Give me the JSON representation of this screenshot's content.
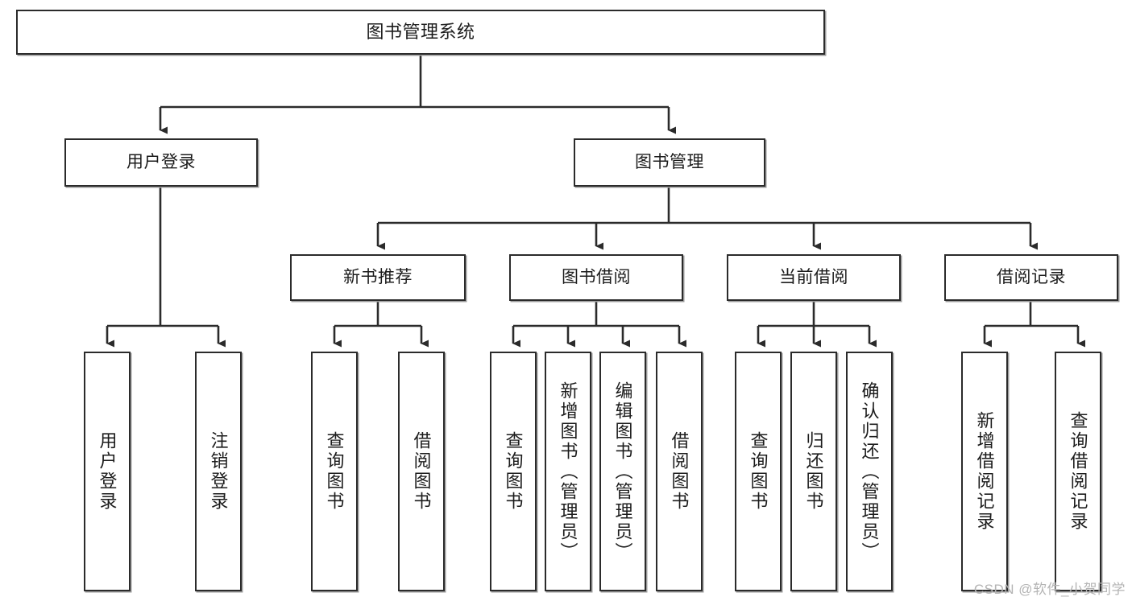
{
  "diagram": {
    "type": "tree-hierarchy",
    "title": "图书管理系统",
    "watermark": "CSDN @软件_小贺同学",
    "levels": {
      "level1": [
        {
          "id": "root",
          "label": "图书管理系统"
        }
      ],
      "level2": [
        {
          "id": "user-login",
          "label": "用户登录"
        },
        {
          "id": "book-management",
          "label": "图书管理"
        }
      ],
      "level3": [
        {
          "id": "new-book-recommend",
          "label": "新书推荐",
          "parent": "book-management"
        },
        {
          "id": "book-borrow",
          "label": "图书借阅",
          "parent": "book-management"
        },
        {
          "id": "current-borrow",
          "label": "当前借阅",
          "parent": "book-management"
        },
        {
          "id": "borrow-record",
          "label": "借阅记录",
          "parent": "book-management"
        }
      ],
      "level4": [
        {
          "id": "leaf-user-login",
          "label": "用户登录",
          "parent": "user-login"
        },
        {
          "id": "leaf-logout-login",
          "label": "注销登录",
          "parent": "user-login"
        },
        {
          "id": "leaf-query-book-1",
          "label": "查询图书",
          "parent": "new-book-recommend"
        },
        {
          "id": "leaf-borrow-book-1",
          "label": "借阅图书",
          "parent": "new-book-recommend"
        },
        {
          "id": "leaf-query-book-2",
          "label": "查询图书",
          "parent": "book-borrow"
        },
        {
          "id": "leaf-add-book",
          "label": "新增图书（管理员）",
          "parent": "book-borrow"
        },
        {
          "id": "leaf-edit-book",
          "label": "编辑图书（管理员）",
          "parent": "book-borrow"
        },
        {
          "id": "leaf-borrow-book-2",
          "label": "借阅图书",
          "parent": "book-borrow"
        },
        {
          "id": "leaf-query-book-3",
          "label": "查询图书",
          "parent": "current-borrow"
        },
        {
          "id": "leaf-return-book",
          "label": "归还图书",
          "parent": "current-borrow"
        },
        {
          "id": "leaf-confirm-return",
          "label": "确认归还（管理员）",
          "parent": "current-borrow"
        },
        {
          "id": "leaf-add-record",
          "label": "新增借阅记录",
          "parent": "borrow-record"
        },
        {
          "id": "leaf-query-record",
          "label": "查询借阅记录",
          "parent": "borrow-record"
        }
      ]
    },
    "colors": {
      "node_border": "#2b2b2b",
      "node_fill": "#ffffff",
      "edge": "#333333",
      "shadow": "#9b9b9b",
      "watermark": "#b4b4b4"
    }
  }
}
